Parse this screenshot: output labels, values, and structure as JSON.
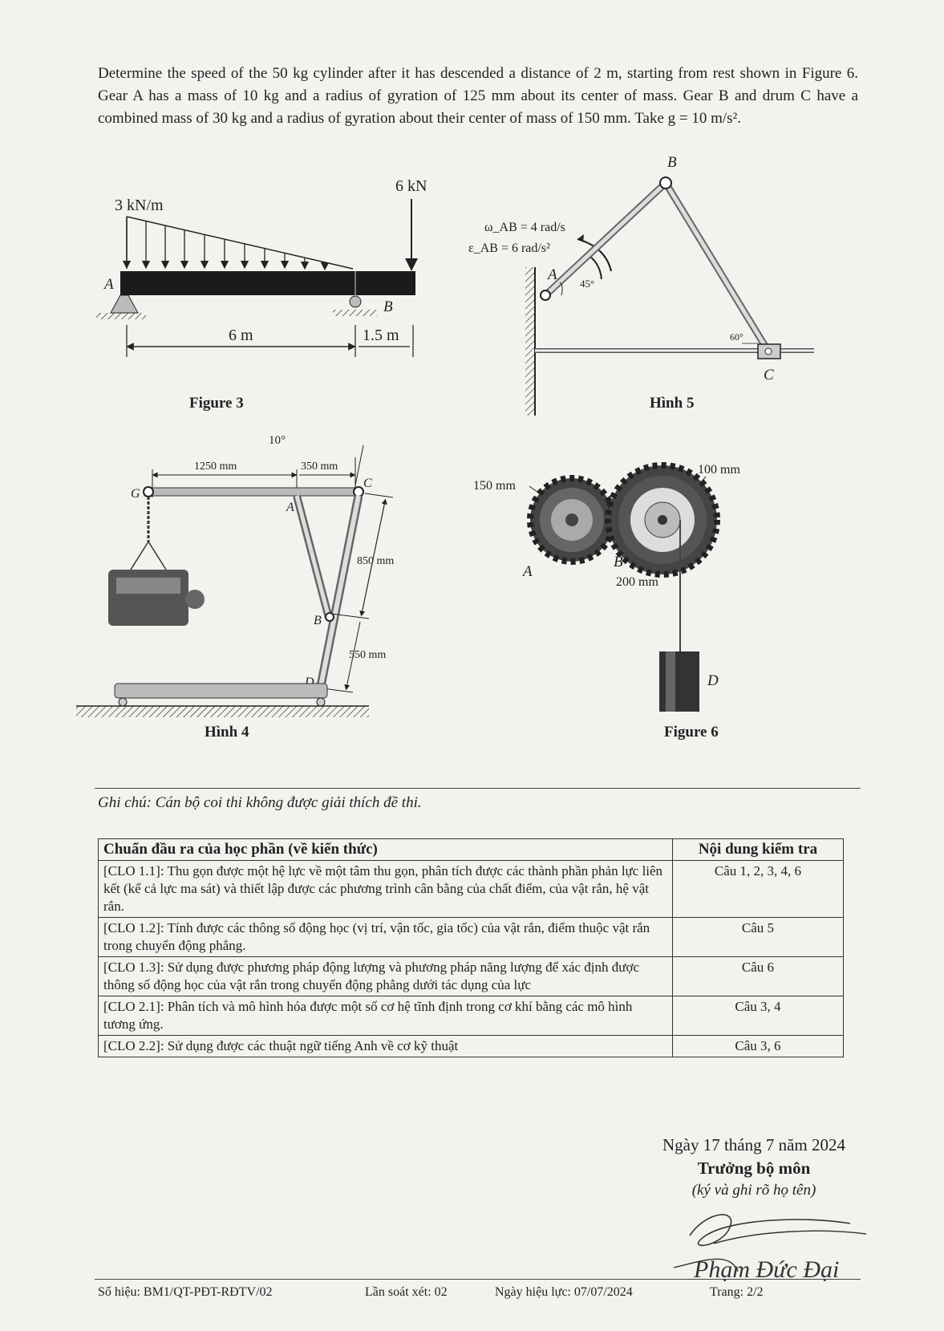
{
  "problem": {
    "text": "Determine the speed of the 50 kg cylinder after it has descended a distance of 2 m, starting from rest shown in Figure 6. Gear A has a mass of 10 kg and a radius of gyration of 125 mm about its center of mass. Gear B and drum C have a combined mass of 30 kg and a radius of gyration about their center of mass of 150 mm. Take g = 10 m/s²."
  },
  "figure3": {
    "caption": "Figure 3",
    "load_label": "3 kN/m",
    "force_label": "6 kN",
    "point_a": "A",
    "point_b": "B",
    "dim_1": "6 m",
    "dim_2": "1.5 m"
  },
  "figure5": {
    "caption": "Hình 5",
    "omega_label": "ω_AB = 4 rad/s",
    "eps_label": "ε_AB = 6 rad/s²",
    "point_a": "A",
    "point_b": "B",
    "point_c": "C",
    "angle_1": "45°",
    "angle_2": "60°"
  },
  "figure4": {
    "caption": "Hình 4",
    "dim_1250": "1250 mm",
    "dim_350": "350 mm",
    "angle_10": "10°",
    "dim_850": "850 mm",
    "dim_550": "550 mm",
    "point_g": "G",
    "point_a": "A",
    "point_c": "C",
    "point_b": "B",
    "point_d": "D"
  },
  "figure6": {
    "caption": "Figure 6",
    "dim_150": "150 mm",
    "dim_100": "100 mm",
    "dim_200": "200 mm",
    "point_a": "A",
    "point_b": "B",
    "point_d": "D"
  },
  "note": "Ghi chú: Cán bộ coi thi không được giải thích đề thi.",
  "clo_table": {
    "header_1": "Chuẩn đầu ra của học phần (về kiến thức)",
    "header_2": "Nội dung kiểm tra",
    "rows": [
      {
        "outcome": "[CLO 1.1]: Thu gọn được một hệ lực về một tâm thu gọn, phân tích được các thành phần phản lực liên kết (kể cả lực ma sát) và thiết lập được các phương trình cân bằng của chất điểm, của vật rắn, hệ vật rắn.",
        "content": "Câu 1, 2, 3, 4, 6"
      },
      {
        "outcome": "[CLO 1.2]: Tính được các thông số động học (vị trí, vận tốc, gia tốc) của vật rắn, điểm thuộc vật rắn trong chuyển động phẳng.",
        "content": "Câu 5"
      },
      {
        "outcome": "[CLO 1.3]: Sử dụng được phương pháp động lượng và phương pháp năng lượng để xác định được thông số động học của vật rắn trong chuyển động phẳng dưới tác dụng của lực",
        "content": "Câu 6"
      },
      {
        "outcome": "[CLO 2.1]: Phân tích và mô hình hóa được một số cơ hệ tĩnh định trong cơ khí bằng các mô hình tương ứng.",
        "content": "Câu 3, 4"
      },
      {
        "outcome": "[CLO 2.2]: Sử dụng được các thuật ngữ tiếng Anh về cơ kỹ thuật",
        "content": "Câu 3, 6"
      }
    ]
  },
  "signature": {
    "date": "Ngày 17 tháng 7 năm 2024",
    "role": "Trưởng bộ môn",
    "hint": "(ký và ghi rõ họ tên)",
    "handwritten_name": "Phạm Đức Đại"
  },
  "footer": {
    "code": "Số hiệu: BM1/QT-PĐT-RĐTV/02",
    "revision": "Lần soát xét: 02",
    "effective": "Ngày hiệu lực: 07/07/2024",
    "page": "Trang: 2/2"
  }
}
